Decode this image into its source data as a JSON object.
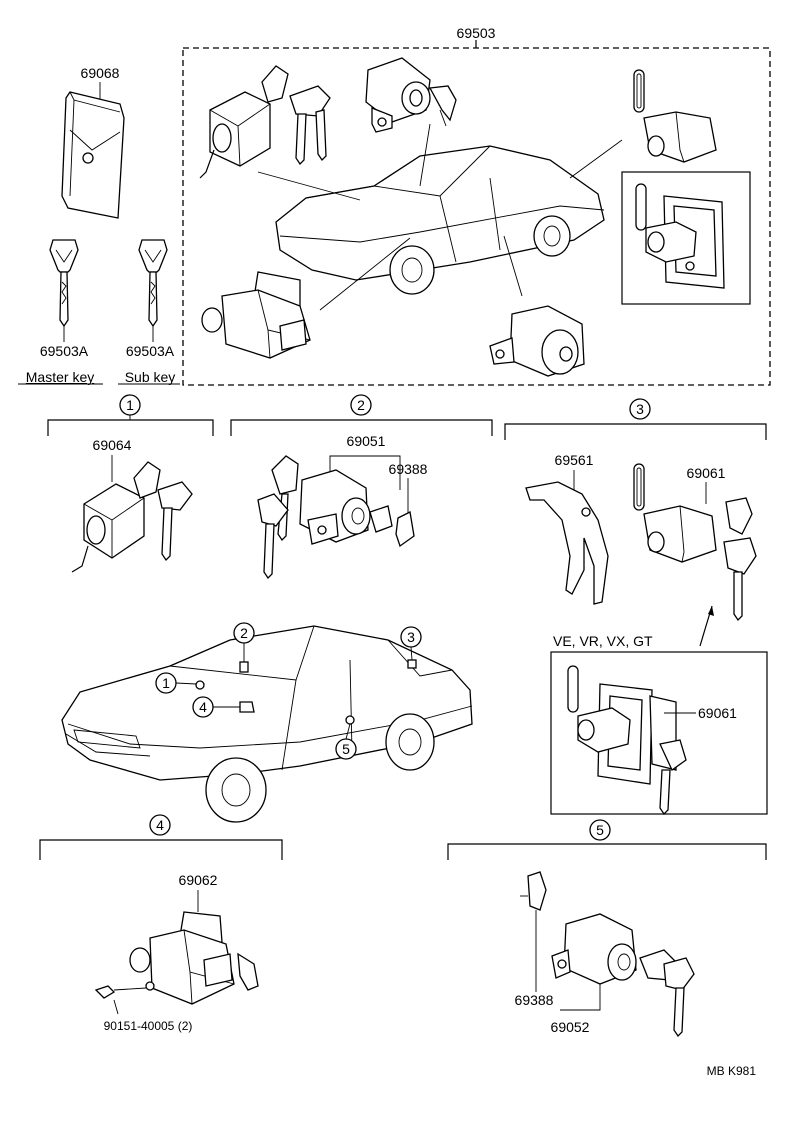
{
  "diagram": {
    "set_part_no": "69503",
    "key_holder_part_no": "69068",
    "keys": [
      {
        "part_no": "69503A",
        "caption": "Master key"
      },
      {
        "part_no": "69503A",
        "caption": "Sub key"
      }
    ],
    "groups": [
      {
        "marker": "1",
        "part_nos": [
          "69064"
        ]
      },
      {
        "marker": "2",
        "part_nos": [
          "69051",
          "69388"
        ]
      },
      {
        "marker": "3",
        "part_nos": [
          "69561",
          "69061"
        ]
      },
      {
        "marker": "4",
        "part_nos": [
          "69062",
          "90151-40005 (2)"
        ]
      },
      {
        "marker": "5",
        "part_nos": [
          "69388",
          "69052"
        ]
      }
    ],
    "variant_box": {
      "grades": "VE, VR, VX, GT",
      "part_no": "69061"
    },
    "car_markers": [
      "1",
      "2",
      "3",
      "4",
      "5"
    ],
    "sheet_code": "MB K981"
  }
}
